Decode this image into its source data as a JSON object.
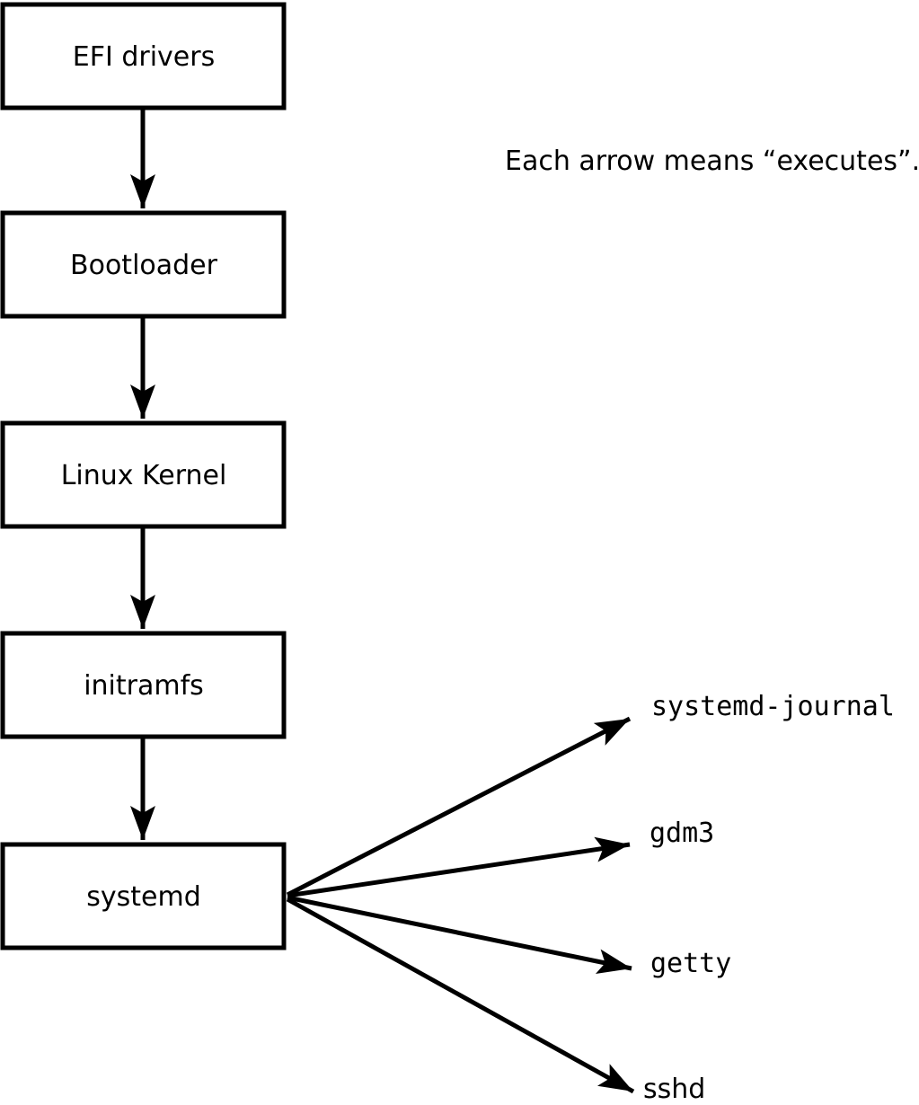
{
  "diagram": {
    "note": "Each arrow means “executes”.",
    "boxes": [
      {
        "label": "EFI drivers"
      },
      {
        "label": "Bootloader"
      },
      {
        "label": "Linux Kernel"
      },
      {
        "label": "initramfs"
      },
      {
        "label": "systemd"
      }
    ],
    "processes": [
      {
        "label": "systemd-journal"
      },
      {
        "label": "gdm3"
      },
      {
        "label": "getty"
      },
      {
        "label": "sshd"
      }
    ]
  },
  "colors": {
    "background": "#ffffff",
    "box_fill": "#ffffff",
    "stroke": "#000000",
    "text": "#000000"
  }
}
